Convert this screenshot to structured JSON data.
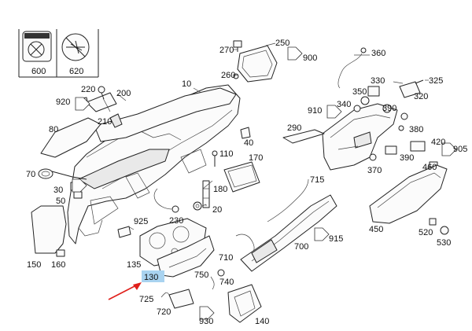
{
  "diagram": {
    "highlight_color": "#a9d3f0",
    "pointer_color": "#e0201b",
    "callouts": {
      "c600": "600",
      "c620": "620",
      "c270": "270",
      "c250": "250",
      "c900": "900",
      "c260": "260",
      "c360": "360",
      "c330": "330",
      "c325": "325",
      "c350": "350",
      "c320": "320",
      "c340": "340",
      "c910": "910",
      "c390x": "390",
      "c380": "380",
      "c290": "290",
      "c220": "220",
      "c200": "200",
      "c920": "920",
      "c210": "210",
      "c10": "10",
      "c80": "80",
      "c40": "40",
      "c110": "110",
      "c170": "170",
      "c70": "70",
      "c30": "30",
      "c50": "50",
      "c180": "180",
      "c230": "230",
      "c20": "20",
      "c925": "925",
      "c715": "715",
      "c420": "420",
      "c905": "905",
      "c390": "390",
      "c370": "370",
      "c460": "460",
      "c700": "700",
      "c915": "915",
      "c450": "450",
      "c520": "520",
      "c530": "530",
      "c150": "150",
      "c160": "160",
      "c135": "135",
      "c130": "130",
      "c710": "710",
      "c750": "750",
      "c740": "740",
      "c725": "725",
      "c720": "720",
      "c930": "930",
      "c140": "140"
    }
  }
}
